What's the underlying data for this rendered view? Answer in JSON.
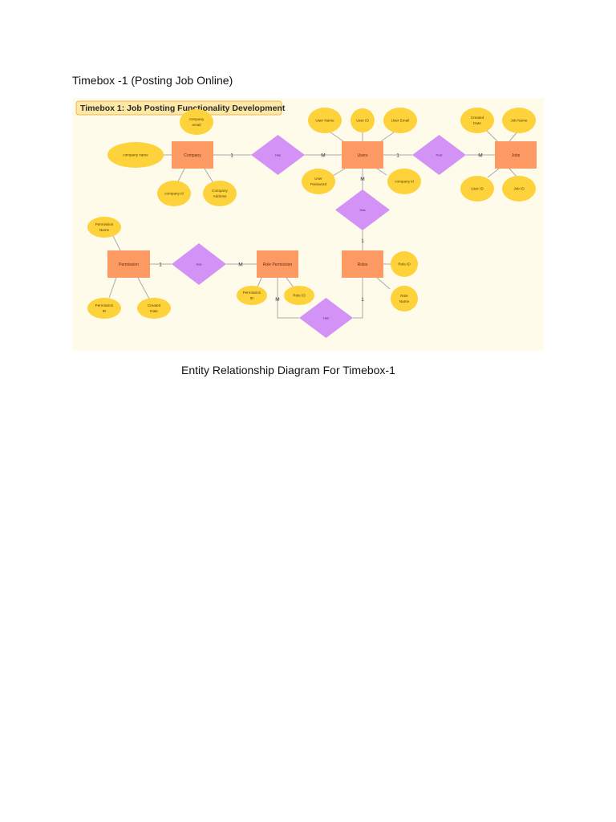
{
  "heading": "Timebox -1 (Posting Job Online)",
  "caption": "Entity Relationship Diagram For Timebox-1",
  "diagram": {
    "title": "Timebox 1: Job Posting Functionality Development",
    "colors": {
      "background": "#fffbea",
      "entity": "#fd9a63",
      "attribute": "#fdd23a",
      "relationship": "#d392f5",
      "line": "#a9a9a9",
      "title_bg": "#fde8a5",
      "title_border": "#e8b75a"
    },
    "entities": {
      "company": "Company",
      "users": "Users",
      "jobs": "Jobs",
      "roles": "Roles",
      "permission": "Permission",
      "role_permission": "Role Permission"
    },
    "attributes": {
      "company_email": [
        "company",
        "email"
      ],
      "company_name": [
        "company name"
      ],
      "company_id": [
        "company id"
      ],
      "company_address": [
        "Company",
        "Address"
      ],
      "user_name": [
        "User Name"
      ],
      "user_id_top": [
        "User ID"
      ],
      "user_email": [
        "User Email"
      ],
      "user_password": [
        "User",
        "Password"
      ],
      "user_company_id": [
        "company id"
      ],
      "created_date": [
        "Created",
        "Date"
      ],
      "job_name": [
        "Job Name"
      ],
      "job_user_id": [
        "User ID"
      ],
      "job_id": [
        "Job ID"
      ],
      "role_id": [
        "Role ID"
      ],
      "role_name": [
        "Role",
        "Name"
      ],
      "permission_name": [
        "Permission",
        "Name"
      ],
      "permission_id": [
        "Permission",
        "ID"
      ],
      "permission_created_date": [
        "Created",
        "Date"
      ],
      "rp_permission_id": [
        "Permission",
        "ID"
      ],
      "rp_role_id": [
        "Role ID"
      ]
    },
    "relationships": {
      "company_users": "Has",
      "users_jobs": "Post",
      "users_roles": "Has",
      "permission_rp": "Has",
      "rp_roles": "Has"
    },
    "cardinalities": {
      "company_side": "1",
      "users_from_company": "M",
      "users_side_jobs": "1",
      "jobs_side": "M",
      "users_side_roles": "M",
      "roles_side_users": "1",
      "permission_side": "1",
      "rp_side_permission": "M",
      "rp_side_roles": "M",
      "roles_side_rp": "1"
    }
  }
}
